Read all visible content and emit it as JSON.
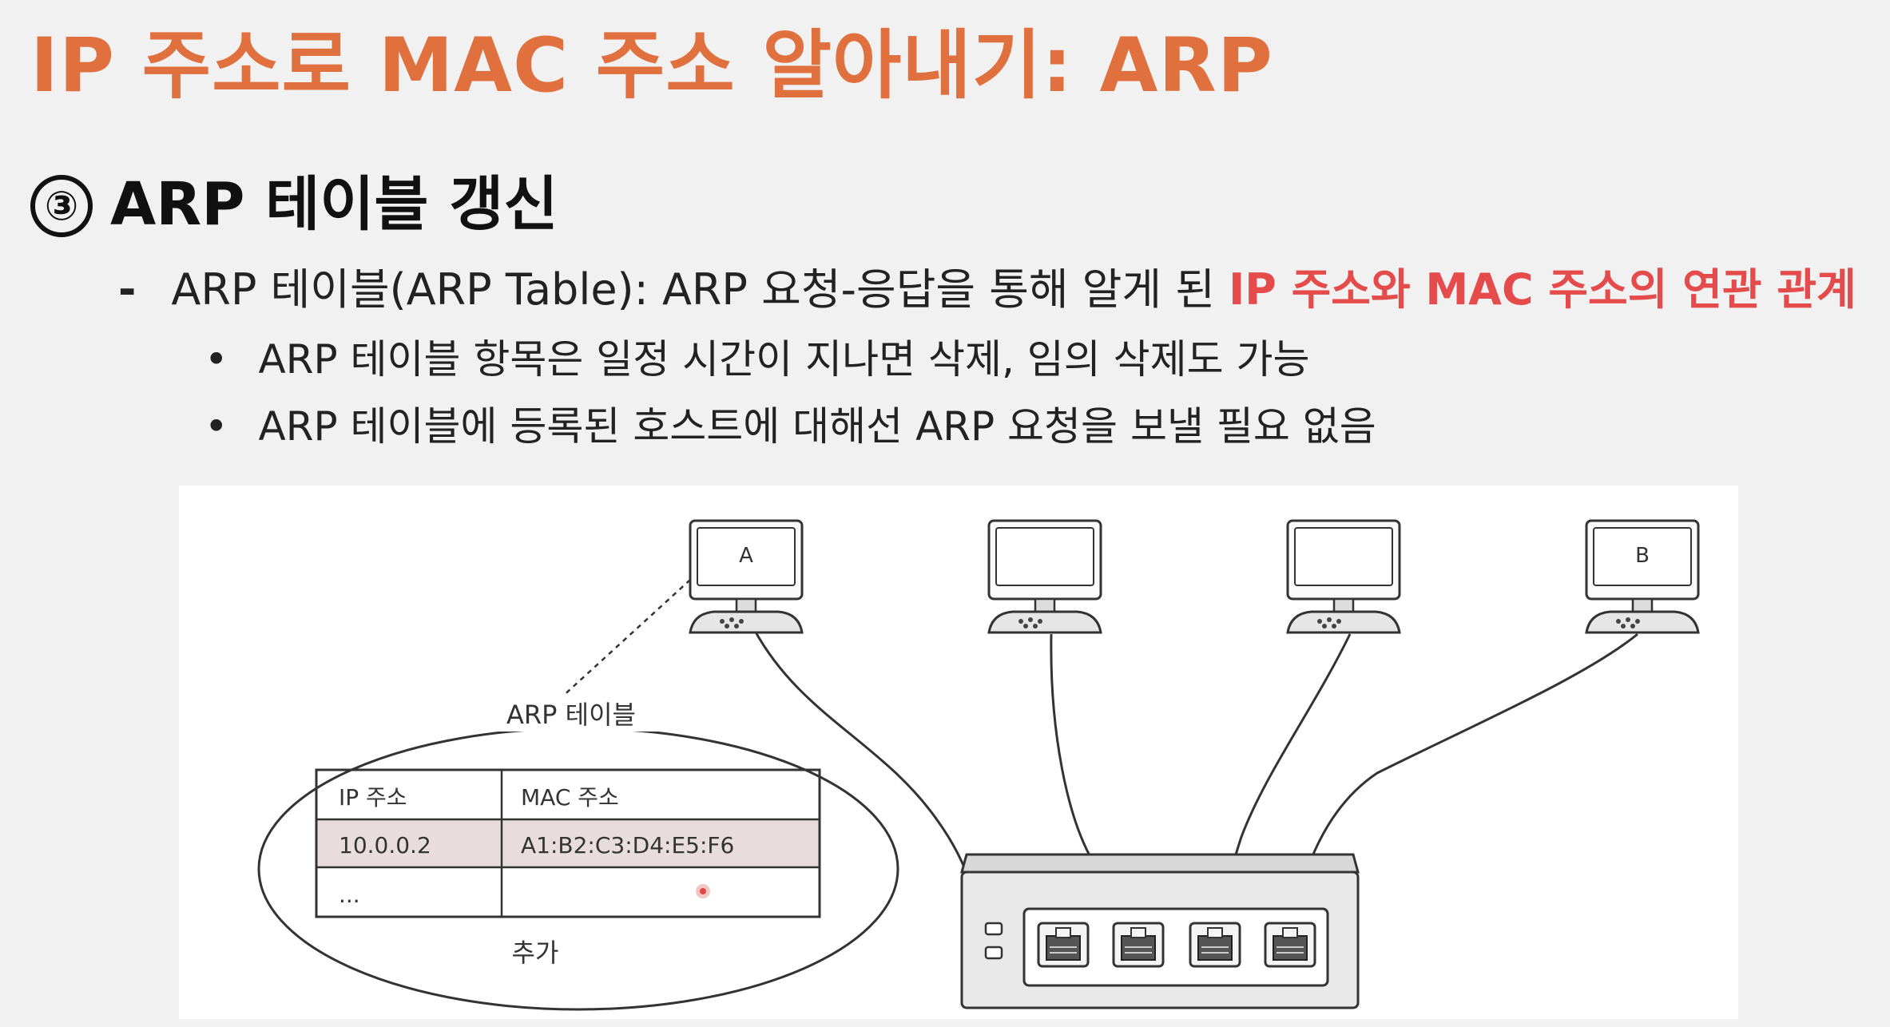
{
  "title": "IP 주소로 MAC 주소 알아내기: ARP",
  "section": {
    "number": "③",
    "heading": "ARP 테이블 갱신"
  },
  "bullets": {
    "main": {
      "marker": "-",
      "text": "ARP 테이블(ARP Table): ARP 요청-응답을 통해 알게 된 ",
      "highlight": "IP 주소와 MAC 주소의 연관 관계"
    },
    "sub": [
      {
        "marker": "•",
        "text": "ARP 테이블 항목은 일정 시간이 지나면 삭제, 임의 삭제도 가능"
      },
      {
        "marker": "•",
        "text": "ARP 테이블에 등록된 호스트에 대해선 ARP 요청을 보낼 필요 없음"
      }
    ]
  },
  "diagram": {
    "hosts": [
      {
        "label": "A"
      },
      {
        "label": ""
      },
      {
        "label": ""
      },
      {
        "label": "B"
      }
    ],
    "arp_table": {
      "caption": "ARP 테이블",
      "headers": [
        "IP 주소",
        "MAC 주소"
      ],
      "rows": [
        [
          "10.0.0.2",
          "A1:B2:C3:D4:E5:F6"
        ],
        [
          "...",
          ""
        ]
      ],
      "added_label": "추가",
      "highlight_color": "#e9dcdf"
    }
  },
  "colors": {
    "title": "#e1703f",
    "highlight": "#e54b4b"
  }
}
